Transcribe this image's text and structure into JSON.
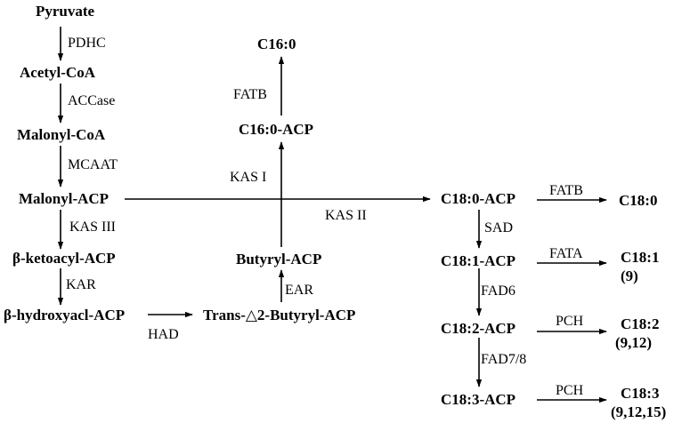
{
  "nodes": {
    "pyruvate": "Pyruvate",
    "acetyl_coa": "Acetyl-CoA",
    "malonyl_coa": "Malonyl-CoA",
    "malonyl_acp": "Malonyl-ACP",
    "ketoacyl_acp": "β-ketoacyl-ACP",
    "hydroxyacyl_acp": "β-hydroxyacl-ACP",
    "trans_butyryl_acp": "Trans-△2-Butyryl-ACP",
    "butyryl_acp": "Butyryl-ACP",
    "c16_0_acp": "C16:0-ACP",
    "c16_0": "C16:0",
    "c18_0_acp": "C18:0-ACP",
    "c18_1_acp": "C18:1-ACP",
    "c18_2_acp": "C18:2-ACP",
    "c18_3_acp": "C18:3-ACP",
    "c18_0": "C18:0",
    "c18_1": "C18:1",
    "c18_1_pos": "(9)",
    "c18_2": "C18:2",
    "c18_2_pos": "(9,12)",
    "c18_3": "C18:3",
    "c18_3_pos": "(9,12,15)"
  },
  "enzymes": {
    "pdhc": "PDHC",
    "accase": "ACCase",
    "mcaat": "MCAAT",
    "kas3": "KAS III",
    "kar": "KAR",
    "had": "HAD",
    "ear": "EAR",
    "kas1": "KAS I",
    "fatb_c16": "FATB",
    "kas2": "KAS II",
    "fatb_c18": "FATB",
    "sad": "SAD",
    "fata": "FATA",
    "fad6": "FAD6",
    "pch_c18_2": "PCH",
    "fad7_8": "FAD7/8",
    "pch_c18_3": "PCH"
  }
}
